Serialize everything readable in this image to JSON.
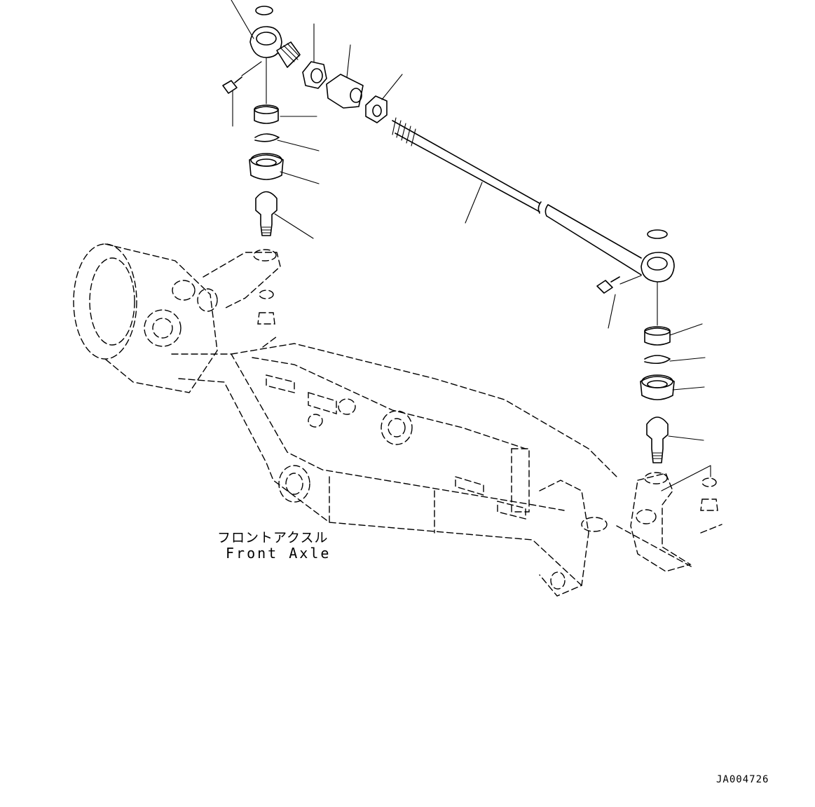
{
  "labels": {
    "axle_jp": "フロントアクスル",
    "axle_en": "Front Axle",
    "drawing_id": "JA004726"
  },
  "colors": {
    "line": "#000000",
    "background": "#ffffff"
  }
}
